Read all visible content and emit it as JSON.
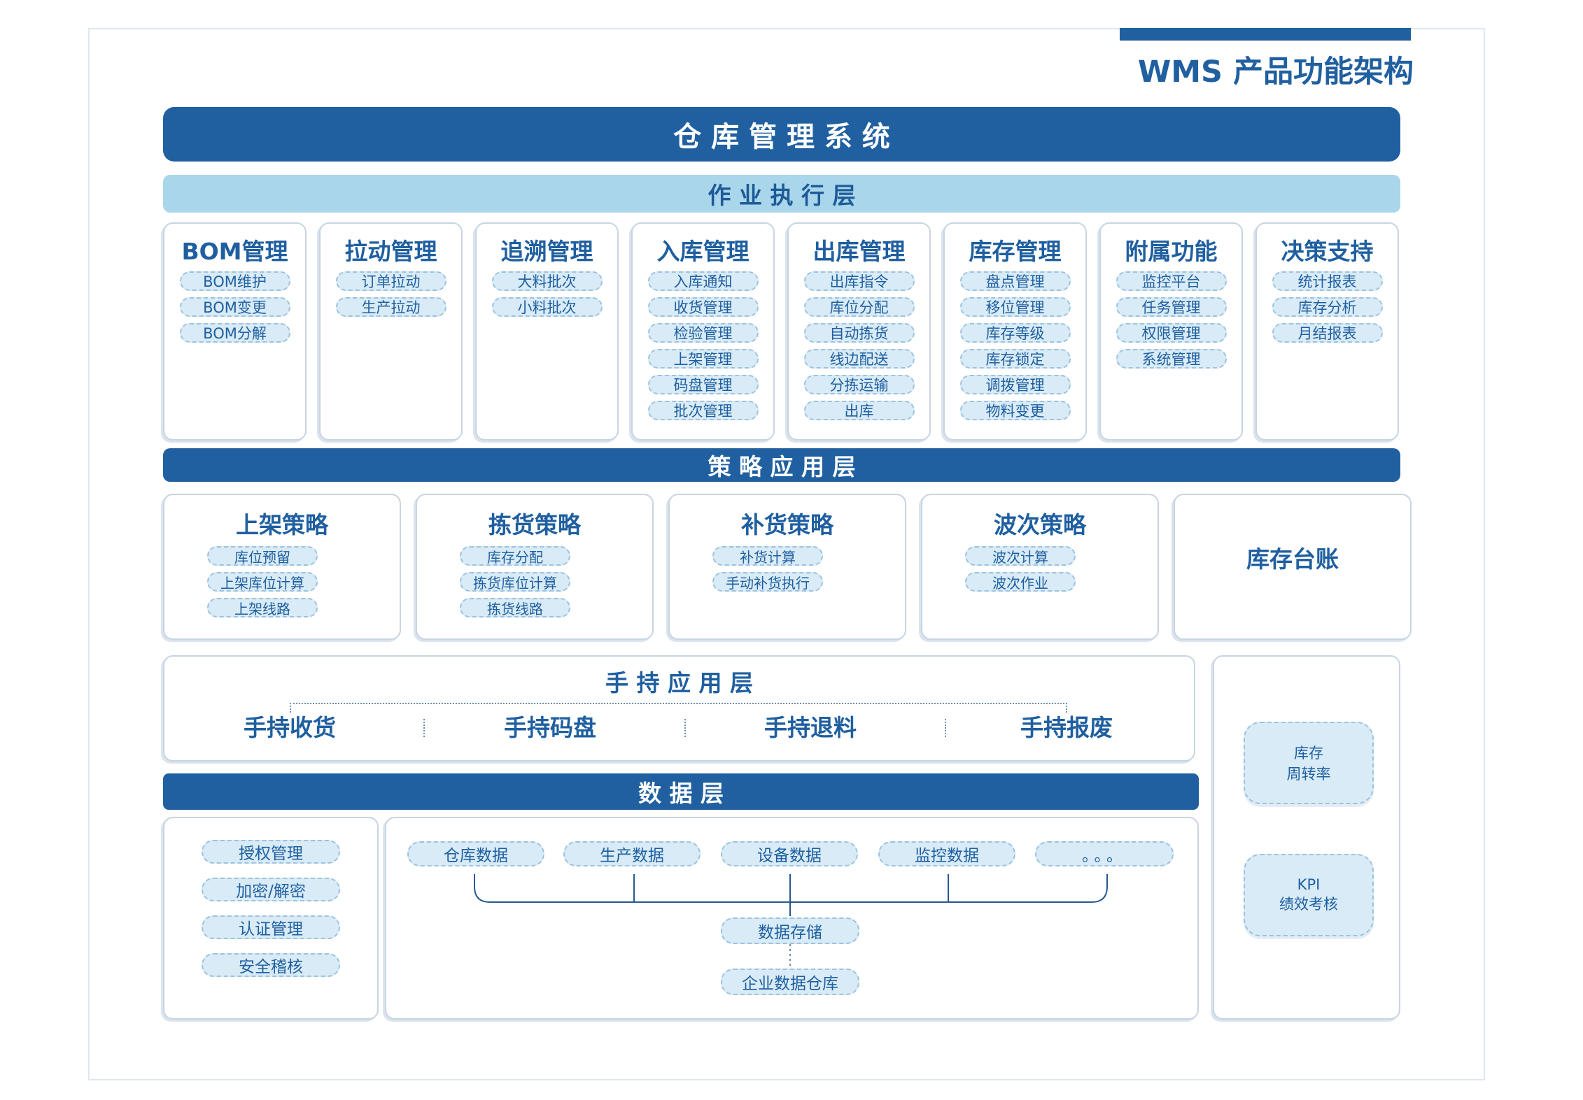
{
  "page_title": "WMS 产品功能架构",
  "system_bar": "仓 库 管 理 系 统",
  "execution_layer": {
    "title": "作 业 执 行 层",
    "modules": [
      {
        "title": "BOM管理",
        "items": [
          "BOM维护",
          "BOM变更",
          "BOM分解"
        ]
      },
      {
        "title": "拉动管理",
        "items": [
          "订单拉动",
          "生产拉动"
        ]
      },
      {
        "title": "追溯管理",
        "items": [
          "大料批次",
          "小料批次"
        ]
      },
      {
        "title": "入库管理",
        "items": [
          "入库通知",
          "收货管理",
          "检验管理",
          "上架管理",
          "码盘管理",
          "批次管理"
        ]
      },
      {
        "title": "出库管理",
        "items": [
          "出库指令",
          "库位分配",
          "自动拣货",
          "线边配送",
          "分拣运输",
          "出库"
        ]
      },
      {
        "title": "库存管理",
        "items": [
          "盘点管理",
          "移位管理",
          "库存等级",
          "库存锁定",
          "调拨管理",
          "物料变更"
        ]
      },
      {
        "title": "附属功能",
        "items": [
          "监控平台",
          "任务管理",
          "权限管理",
          "系统管理"
        ]
      },
      {
        "title": "决策支持",
        "items": [
          "统计报表",
          "库存分析",
          "月结报表"
        ]
      }
    ]
  },
  "strategy_layer": {
    "title": "策 略 应 用 层",
    "modules": [
      {
        "title": "上架策略",
        "items": [
          "库位预留",
          "上架库位计算",
          "上架线路"
        ]
      },
      {
        "title": "拣货策略",
        "items": [
          "库存分配",
          "拣货库位计算",
          "拣货线路"
        ]
      },
      {
        "title": "补货策略",
        "items": [
          "补货计算",
          "手动补货执行"
        ]
      },
      {
        "title": "波次策略",
        "items": [
          "波次计算",
          "波次作业"
        ]
      },
      {
        "title": "库存台账",
        "items": []
      }
    ]
  },
  "handheld_layer": {
    "title": "手 持 应 用 层",
    "items": [
      "手持收货",
      "手持码盘",
      "手持退料",
      "手持报废"
    ]
  },
  "data_layer": {
    "title": "数 据 层",
    "security": [
      "授权管理",
      "加密/解密",
      "认证管理",
      "安全稽核"
    ],
    "sources": [
      "仓库数据",
      "生产数据",
      "设备数据",
      "监控数据",
      "。。。"
    ],
    "storage": "数据存储",
    "warehouse": "企业数据仓库"
  },
  "kpi": [
    {
      "line1": "库存",
      "line2": "周转率"
    },
    {
      "line1": "KPI",
      "line2": "绩效考核"
    }
  ],
  "colors": {
    "dark_blue": "#2160a0",
    "light_blue": "#a9d6ea",
    "pill_fill": "#d8ebf7"
  }
}
